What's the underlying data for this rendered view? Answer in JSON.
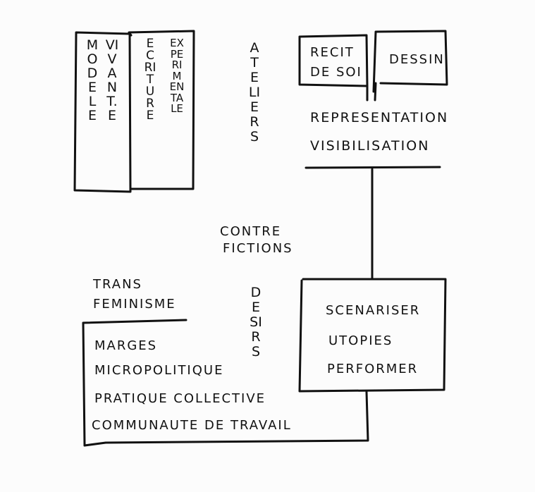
{
  "left_block": {
    "col1": "MODELE",
    "col2": "VIVANT.E",
    "col3": "ECRITURE",
    "col4": "EXPERIMENTALE"
  },
  "ateliers": "ATELIERS",
  "top_right": {
    "box1_line1": "RECIT",
    "box1_line2": "DE SOI",
    "box2": "DESSIN",
    "line1": "REPRESENTATION",
    "line2": "VISIBILISATION"
  },
  "center": {
    "line1": "CONTRE",
    "line2": "FICTIONS"
  },
  "bottom_left": {
    "heading1": "TRANS",
    "heading2": "FEMINISME",
    "items": [
      "MARGES",
      "MICROPOLITIQUE",
      "PRATIQUE COLLECTIVE",
      "COMMUNAUTE DE TRAVAIL"
    ]
  },
  "desirs": "DESIRS",
  "bottom_right": {
    "items": [
      "SCENARISER",
      "UTOPIES",
      "PERFORMER"
    ]
  },
  "stroke_color": "#111111"
}
